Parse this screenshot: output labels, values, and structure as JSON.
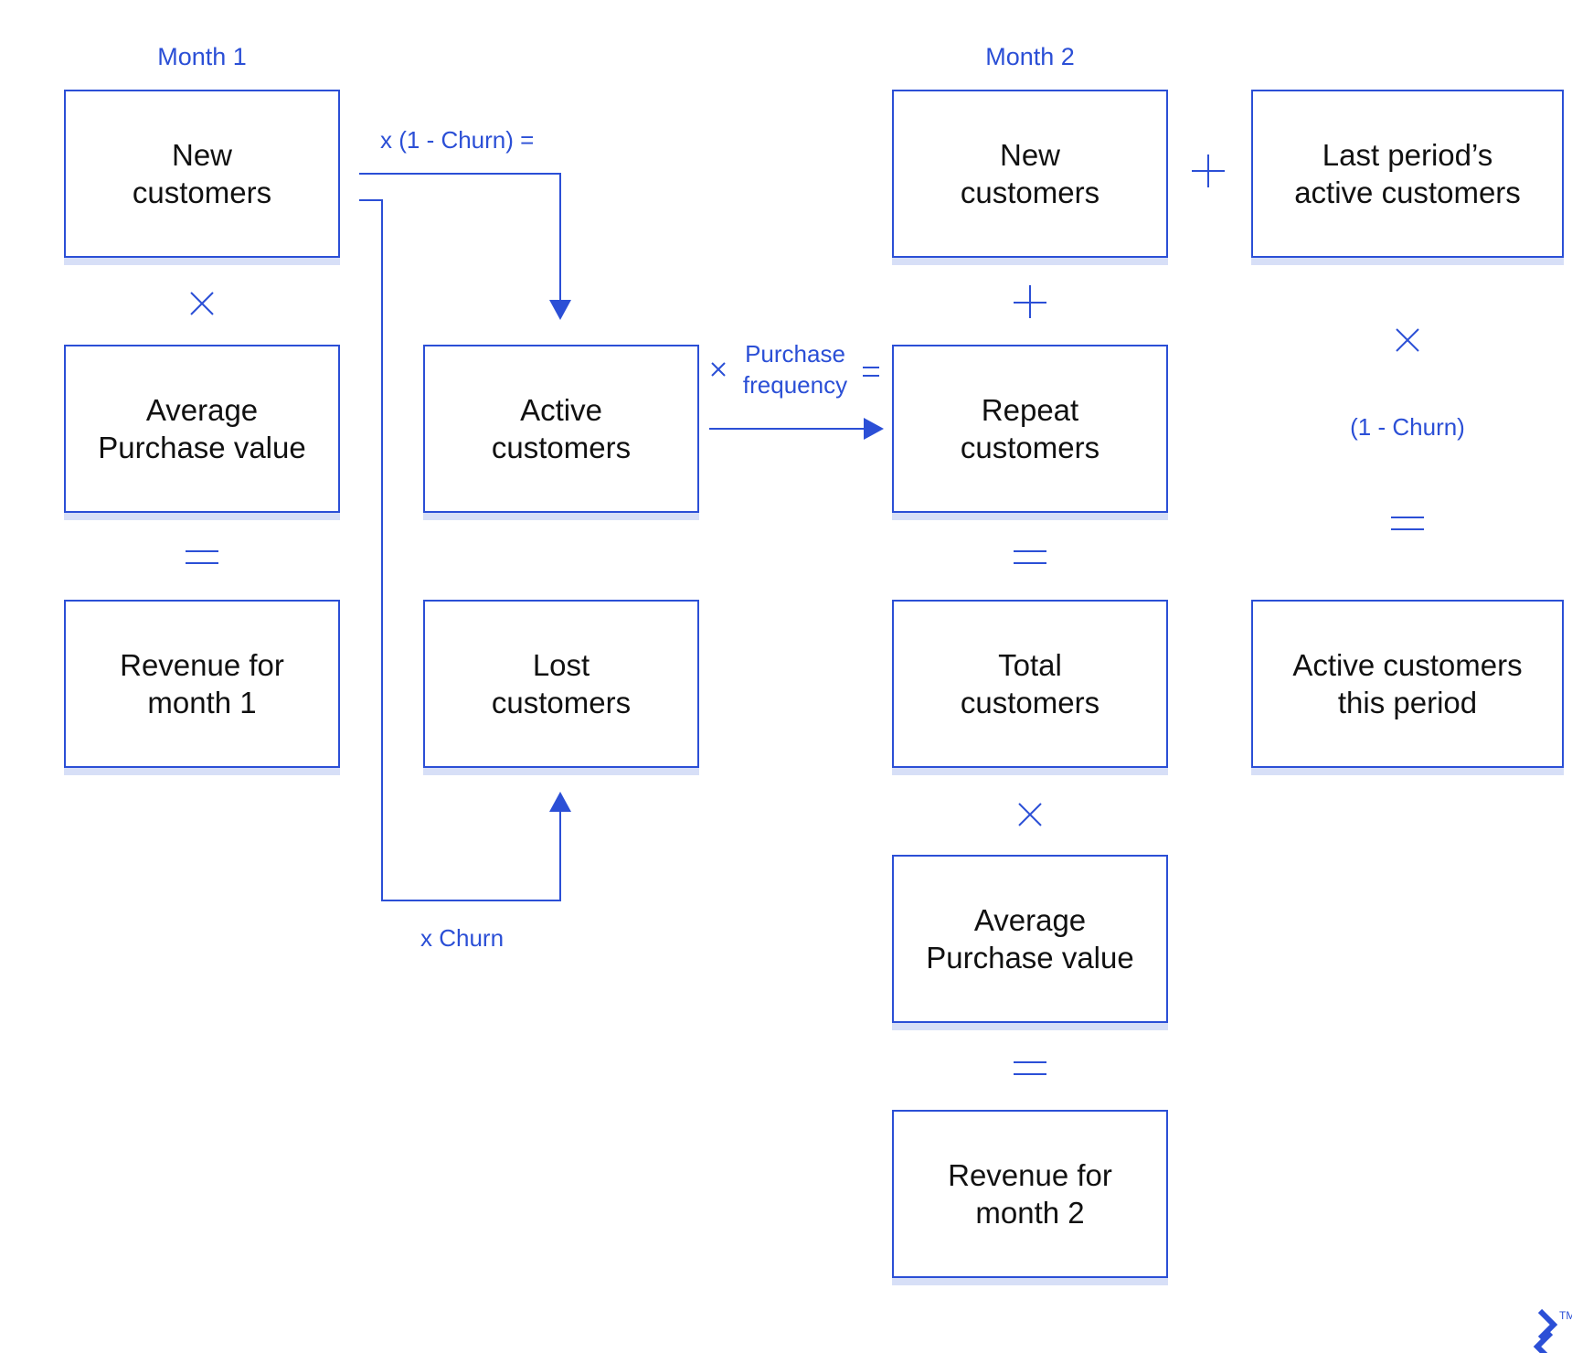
{
  "colors": {
    "accent": "#2b4fd6",
    "box_shadow": "#d7dff7",
    "box_text": "#111111",
    "background": "#ffffff"
  },
  "headings": {
    "month1": "Month 1",
    "month2": "Month 2"
  },
  "boxes": {
    "m1_new_customers": "New\ncustomers",
    "m1_average_purchase_value": "Average\nPurchase value",
    "m1_revenue": "Revenue for\nmonth 1",
    "active_customers": "Active\ncustomers",
    "lost_customers": "Lost\ncustomers",
    "m2_new_customers": "New\ncustomers",
    "last_period_active_customers": "Last period’s\nactive customers",
    "repeat_customers": "Repeat\ncustomers",
    "total_customers": "Total\ncustomers",
    "active_customers_this_period": "Active customers\nthis period",
    "m2_average_purchase_value": "Average\nPurchase value",
    "m2_revenue": "Revenue for\nmonth 2"
  },
  "connector_labels": {
    "retention": "x (1 - Churn) =",
    "churn": "x Churn",
    "purchase_frequency_line1": "Purchase",
    "purchase_frequency_line2": "frequency",
    "one_minus_churn": "(1 - Churn)"
  },
  "operators": {
    "multiply": "×",
    "plus": "+",
    "equals": "="
  },
  "logo": {
    "trademark": "TM"
  }
}
